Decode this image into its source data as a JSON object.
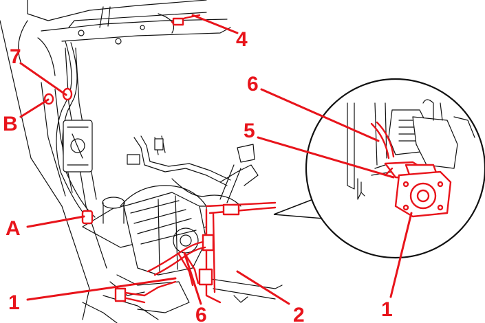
{
  "callouts": {
    "c1_left": "1",
    "c1_right": "1",
    "c2": "2",
    "c4": "4",
    "c5": "5",
    "c6_top": "6",
    "c6_bottom": "6",
    "c7": "7",
    "cA": "A",
    "cB": "B"
  },
  "colors": {
    "highlight": "#e8141b",
    "linework": "#111111",
    "background": "#ffffff"
  }
}
